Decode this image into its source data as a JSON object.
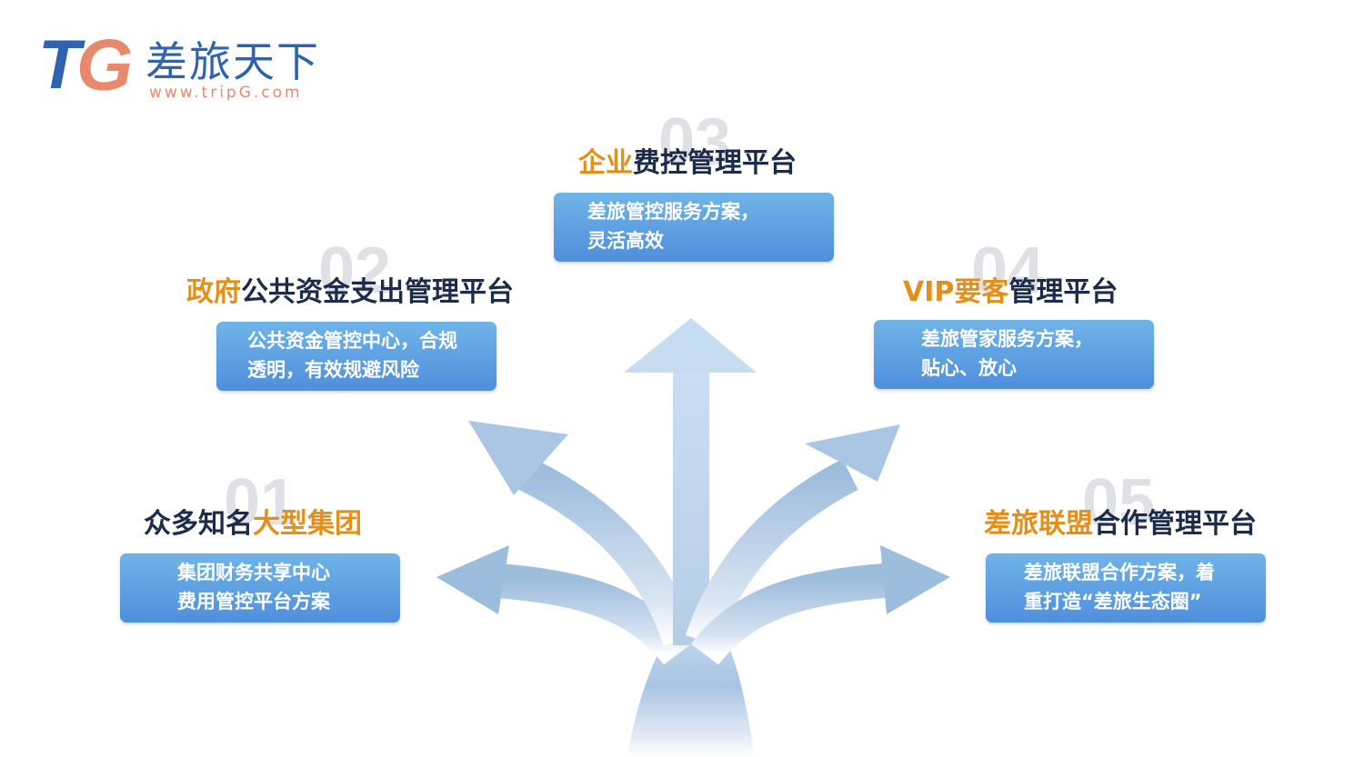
{
  "logo": {
    "mark_t": "T",
    "mark_g": "G",
    "name": "差旅天下",
    "url": "www.tripG.com",
    "colors": {
      "primary": "#2f63b0",
      "accent": "#e8896b"
    }
  },
  "colors": {
    "title": "#1b2b4a",
    "highlight": "#e3901b",
    "card_top": "#6fb4e8",
    "card_bottom": "#4f8fdc",
    "number": "#dfe1e6",
    "arrow": "#9dbddd"
  },
  "items": [
    {
      "num": "01",
      "title_hl_pre": "",
      "title_plain": "众多知名",
      "title_hl": "大型集团",
      "title_plain_post": "",
      "desc": [
        "集团财务共享中心",
        "费用管控平台方案"
      ]
    },
    {
      "num": "02",
      "title_hl_pre": "政府",
      "title_plain": "公共资金支出管理平台",
      "title_hl": "",
      "title_plain_post": "",
      "desc": [
        "公共资金管控中心，合规",
        "透明，有效规避风险"
      ]
    },
    {
      "num": "03",
      "title_hl_pre": "企业",
      "title_plain": "费控管理平台",
      "title_hl": "",
      "title_plain_post": "",
      "desc": [
        "差旅管控服务方案，",
        "灵活高效"
      ]
    },
    {
      "num": "04",
      "title_hl_pre": "VIP要客",
      "title_plain": "管理平台",
      "title_hl": "",
      "title_plain_post": "",
      "desc": [
        "差旅管家服务方案，",
        "贴心、放心"
      ]
    },
    {
      "num": "05",
      "title_hl_pre": "差旅联盟",
      "title_plain": "合作管理平台",
      "title_hl": "",
      "title_plain_post": "",
      "desc": [
        "差旅联盟合作方案，着",
        "重打造“差旅生态圈”"
      ]
    }
  ]
}
